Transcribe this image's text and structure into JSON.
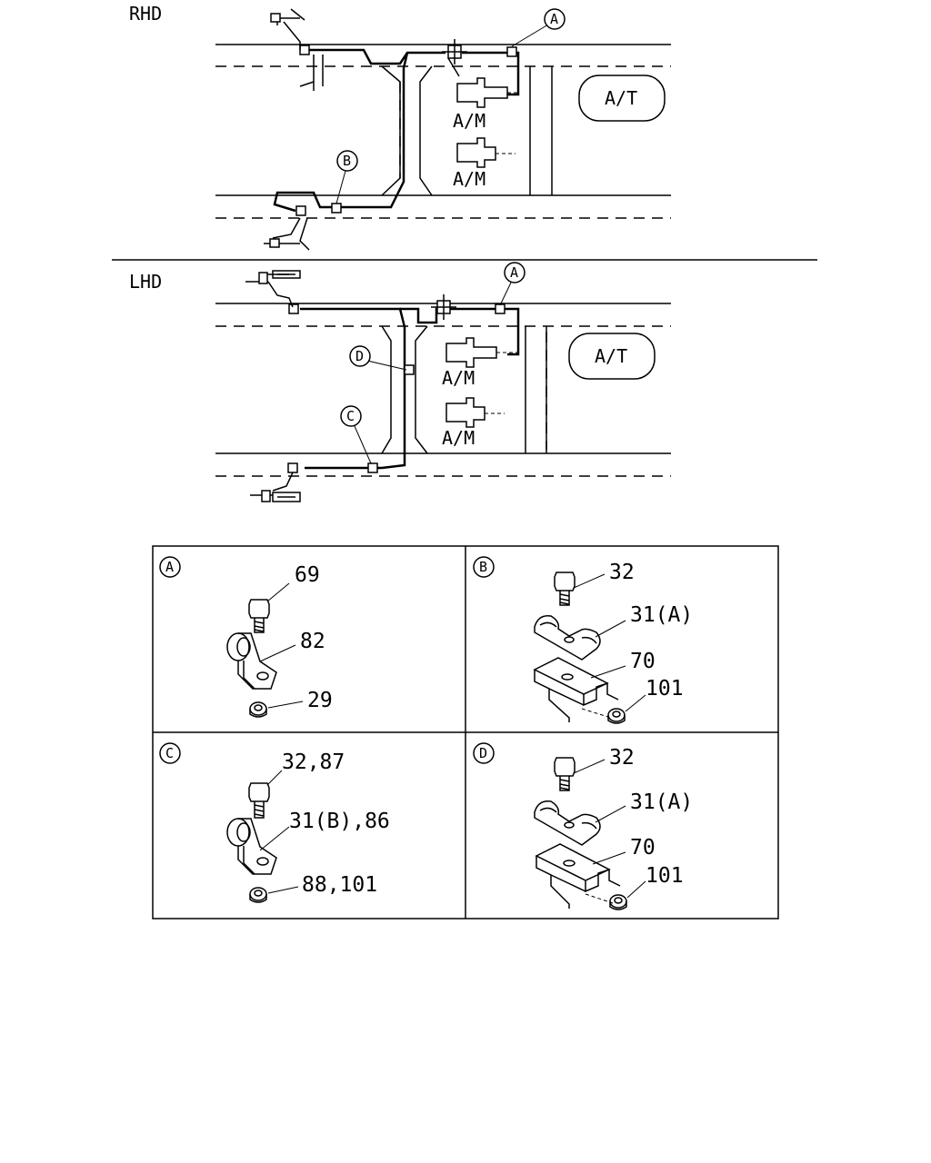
{
  "rhd": {
    "title": "RHD",
    "callout_a": "A",
    "callout_b": "B",
    "am_1": "A/M",
    "am_2": "A/M",
    "at": "A/T"
  },
  "lhd": {
    "title": "LHD",
    "callout_a": "A",
    "callout_c": "C",
    "callout_d": "D",
    "am_1": "A/M",
    "am_2": "A/M",
    "at": "A/T"
  },
  "details": {
    "a": {
      "letter": "A",
      "bolt": "69",
      "clip": "82",
      "nut": "29"
    },
    "b": {
      "letter": "B",
      "bolt": "32",
      "clamp": "31(A)",
      "bracket": "70",
      "nut": "101"
    },
    "c": {
      "letter": "C",
      "bolt": "32,87",
      "clip": "31(B),86",
      "nut": "88,101"
    },
    "d": {
      "letter": "D",
      "bolt": "32",
      "clamp": "31(A)",
      "bracket": "70",
      "nut": "101"
    }
  }
}
